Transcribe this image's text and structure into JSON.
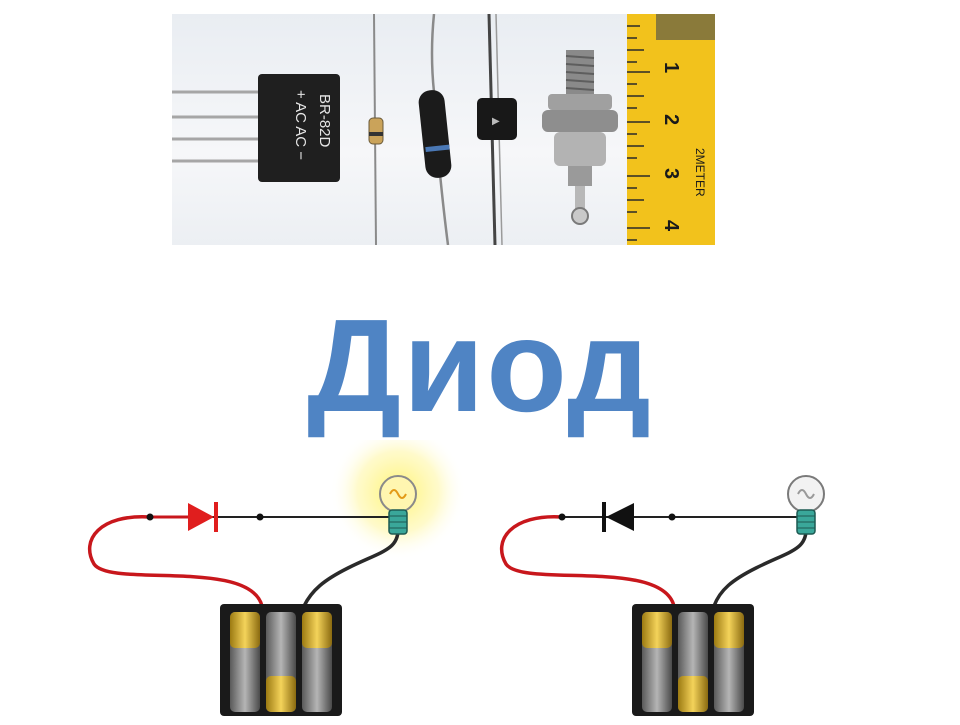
{
  "title": "Диод",
  "photo": {
    "bridge_label_line1": "BR-82D",
    "bridge_label_line2": "+ AC AC −",
    "ruler_marks": [
      "1",
      "2",
      "3",
      "4"
    ],
    "ruler_brand": "2METER"
  },
  "colors": {
    "title": "#4f84c4",
    "diode_forward": "#e01e1e",
    "diode_reverse": "#111111",
    "wire_positive": "#c8171c",
    "wire_negative": "#2a2a2a",
    "bulb_glow": "#fff36a",
    "battery_gold": "#d9b02f"
  },
  "circuits": [
    {
      "diode_direction": "forward",
      "bulb_state": "on"
    },
    {
      "diode_direction": "reverse",
      "bulb_state": "off"
    }
  ]
}
